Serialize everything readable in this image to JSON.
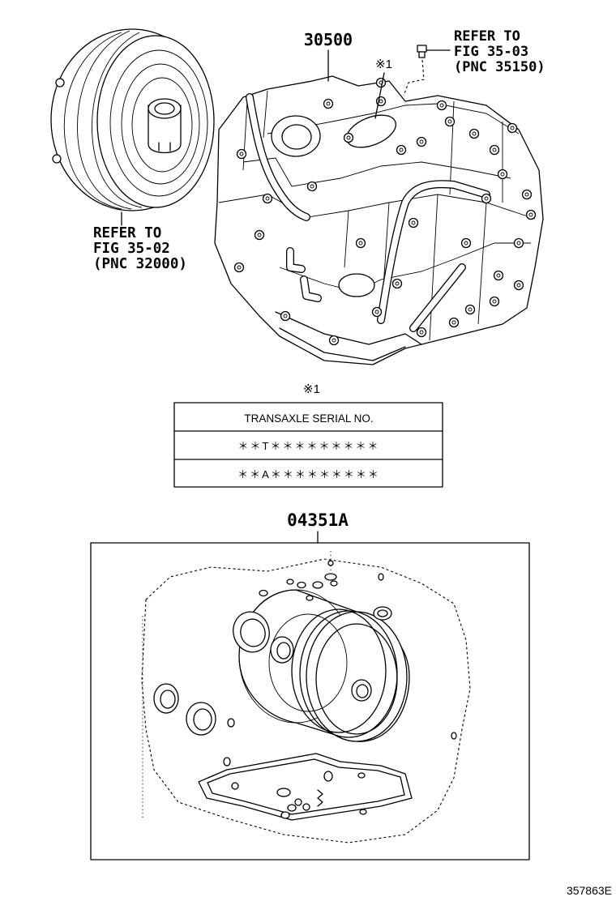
{
  "labels": {
    "transaxle_pnc": "30500",
    "note_mark_top": "※1",
    "refer_3503": [
      "REFER TO",
      "FIG 35-03",
      "(PNC 35150)"
    ],
    "refer_3502": [
      "REFER TO",
      "FIG 35-02",
      "(PNC 32000)"
    ],
    "gasket_kit_pnc": "04351A",
    "illustration_no": "357863E"
  },
  "serial_table": {
    "note_mark": "※1",
    "header": "TRANSAXLE SERIAL NO.",
    "rows": [
      "＊＊T＊＊＊＊＊＊＊＊＊",
      "＊＊A＊＊＊＊＊＊＊＊＊"
    ]
  },
  "colors": {
    "line": "#000000",
    "background": "#ffffff"
  }
}
